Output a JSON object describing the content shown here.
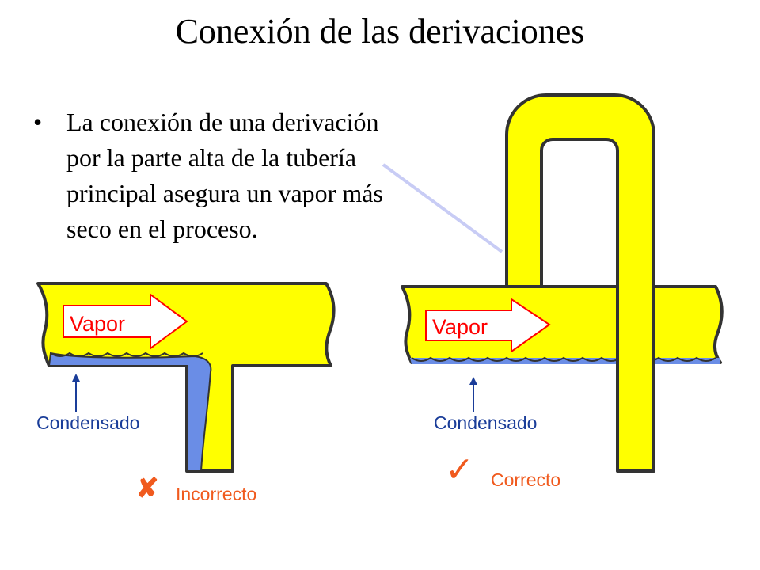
{
  "title": "Conexión de las derivaciones",
  "bullet": {
    "marker": "•",
    "text": "La conexión de una derivación por la parte alta de la tubería principal asegura un vapor más seco en el proceso."
  },
  "left_diagram": {
    "flow_label": "Vapor",
    "condensate_label": "Condensado",
    "verdict_label": "Incorrecto",
    "verdict_symbol": "✘"
  },
  "right_diagram": {
    "flow_label": "Vapor",
    "condensate_label": "Condensado",
    "verdict_label": "Correcto",
    "verdict_symbol": "✓"
  },
  "colors": {
    "pipe_fill": "#ffff00",
    "pipe_outline": "#333333",
    "condensate": "#6a8de6",
    "label_red": "#ff0000",
    "label_blue": "#1a3d99",
    "verdict_orange": "#f05a1e",
    "pointer_line": "#c8ccf5"
  }
}
